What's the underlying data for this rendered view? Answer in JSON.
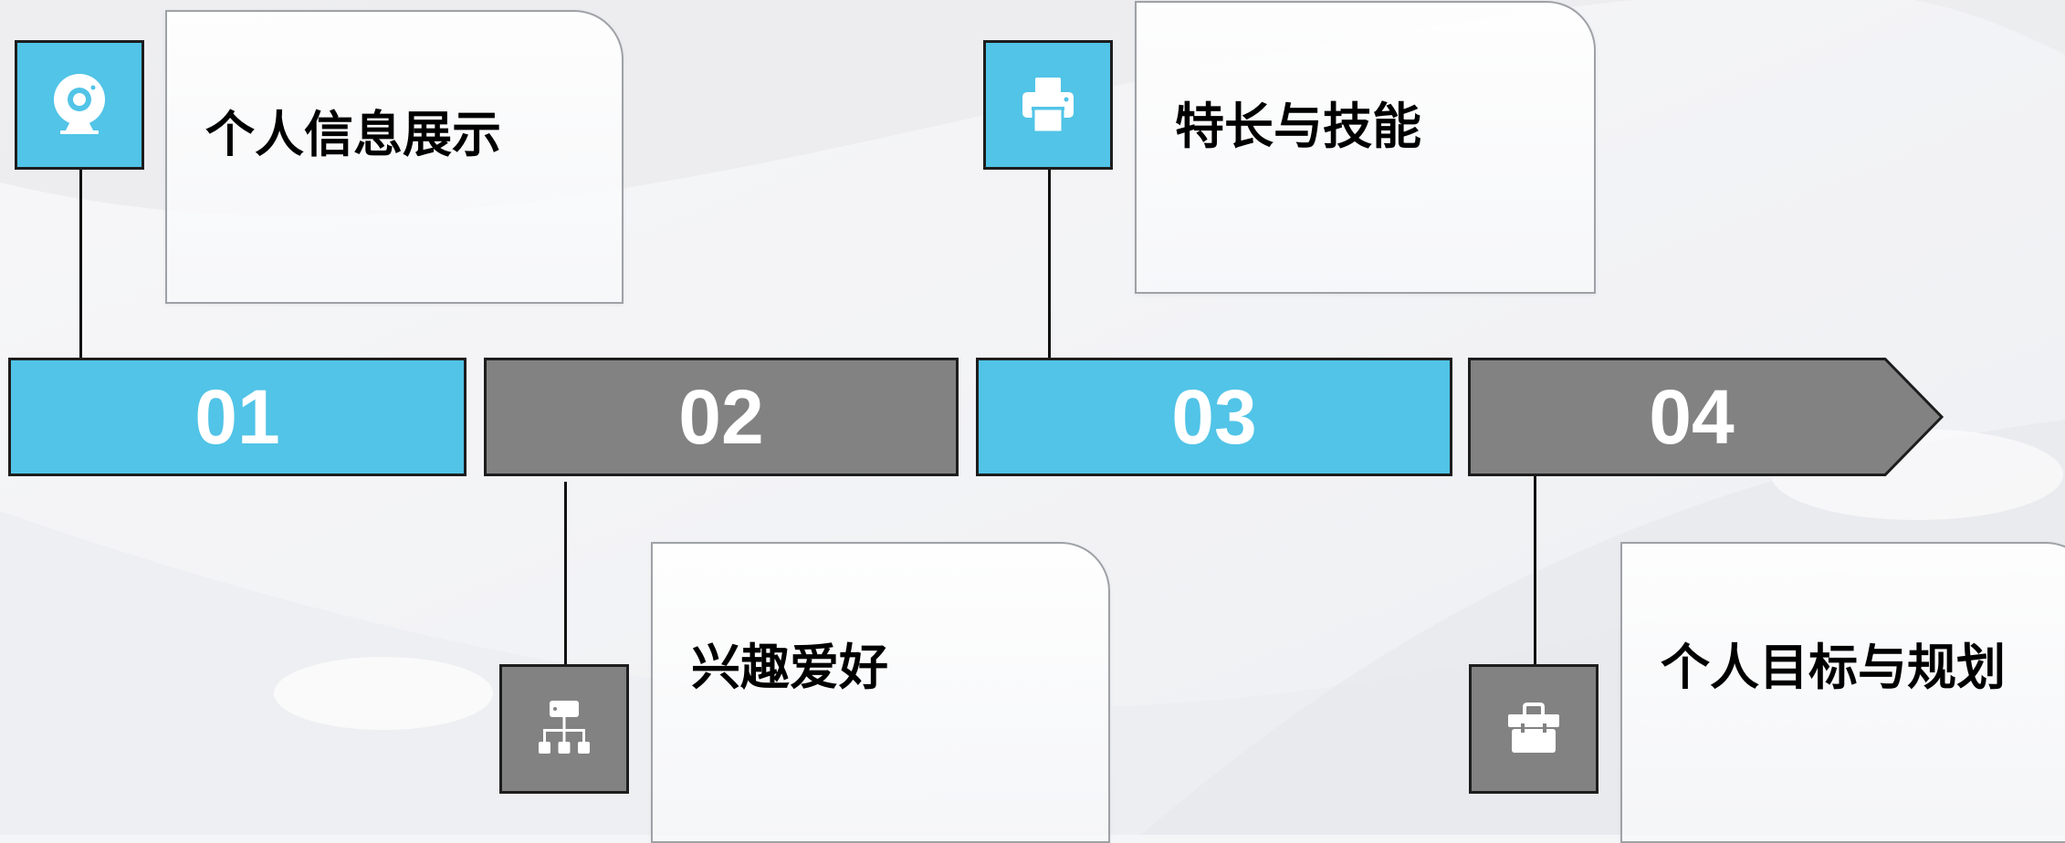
{
  "steps": [
    {
      "number": "01",
      "title": "个人信息展示",
      "color": "#51c4e7",
      "icon": "webcam-icon"
    },
    {
      "number": "02",
      "title": "兴趣爱好",
      "color": "#828282",
      "icon": "hierarchy-icon"
    },
    {
      "number": "03",
      "title": "特长与技能",
      "color": "#51c4e7",
      "icon": "printer-icon"
    },
    {
      "number": "04",
      "title": "个人目标与规划",
      "color": "#828282",
      "icon": "toolbox-icon"
    }
  ],
  "colors": {
    "blue": "#51c4e7",
    "gray": "#828282",
    "border": "#1d1d1d"
  }
}
